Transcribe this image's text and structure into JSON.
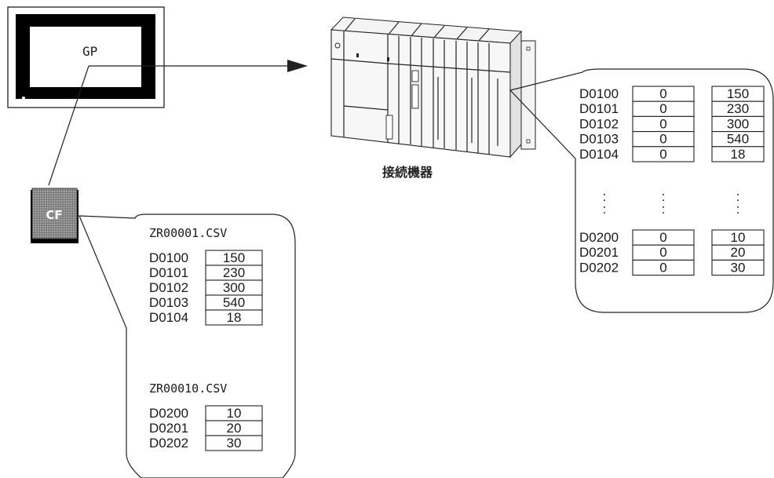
{
  "gp_label": "GP",
  "cf_label": "CF",
  "device_label": "接続機器",
  "plc_table": {
    "top_rows": [
      {
        "address": "D0100",
        "before": "0",
        "after": "150"
      },
      {
        "address": "D0101",
        "before": "0",
        "after": "230"
      },
      {
        "address": "D0102",
        "before": "0",
        "after": "300"
      },
      {
        "address": "D0103",
        "before": "0",
        "after": "540"
      },
      {
        "address": "D0104",
        "before": "0",
        "after": "18"
      }
    ],
    "ellipsis": ":",
    "bottom_rows": [
      {
        "address": "D0200",
        "before": "0",
        "after": "10"
      },
      {
        "address": "D0201",
        "before": "0",
        "after": "20"
      },
      {
        "address": "D0202",
        "before": "0",
        "after": "30"
      }
    ]
  },
  "cf_files": [
    {
      "filename": "ZR00001.CSV",
      "rows": [
        {
          "address": "D0100",
          "value": "150"
        },
        {
          "address": "D0101",
          "value": "230"
        },
        {
          "address": "D0102",
          "value": "300"
        },
        {
          "address": "D0103",
          "value": "540"
        },
        {
          "address": "D0104",
          "value": "18"
        }
      ]
    },
    {
      "filename": "ZR00010.CSV",
      "rows": [
        {
          "address": "D0200",
          "value": "10"
        },
        {
          "address": "D0201",
          "value": "20"
        },
        {
          "address": "D0202",
          "value": "30"
        }
      ]
    }
  ]
}
